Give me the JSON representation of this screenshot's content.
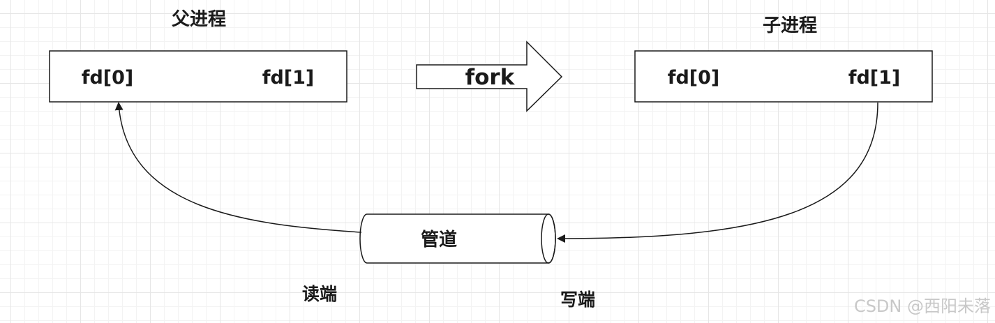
{
  "parent": {
    "title": "父进程",
    "fd0": "fd[0]",
    "fd1": "fd[1]"
  },
  "child": {
    "title": "子进程",
    "fd0": "fd[0]",
    "fd1": "fd[1]"
  },
  "fork_label": "fork",
  "pipe_label": "管道",
  "read_end_label": "读端",
  "write_end_label": "写端",
  "watermark": "CSDN @西阳未落"
}
